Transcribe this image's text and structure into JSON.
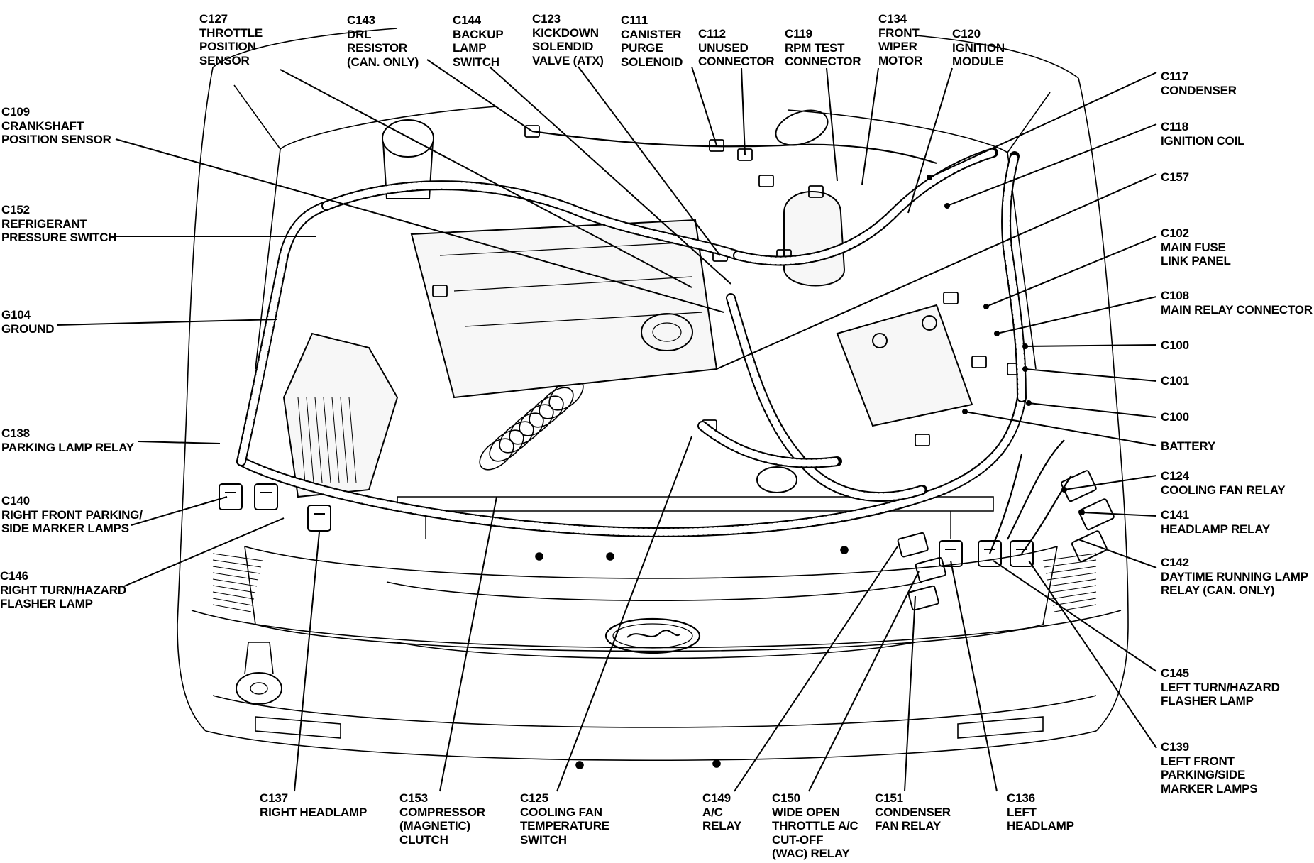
{
  "diagram": {
    "colors": {
      "ink": "#000000",
      "background": "#ffffff",
      "engine_fill": "#f7f7f7"
    },
    "connectors": [
      {
        "id": "C127",
        "name": [
          "THROTTLE",
          "POSITION",
          "SENSOR"
        ]
      },
      {
        "id": "C143",
        "name": [
          "DRL",
          "RESISTOR",
          "(CAN. ONLY)"
        ]
      },
      {
        "id": "C144",
        "name": [
          "BACKUP",
          "LAMP",
          "SWITCH"
        ]
      },
      {
        "id": "C123",
        "name": [
          "KICKDOWN",
          "SOLENDID",
          "VALVE (ATX)"
        ]
      },
      {
        "id": "C111",
        "name": [
          "CANISTER",
          "PURGE",
          "SOLENOID"
        ]
      },
      {
        "id": "C112",
        "name": [
          "UNUSED",
          "CONNECTOR"
        ]
      },
      {
        "id": "C119",
        "name": [
          "RPM TEST",
          "CONNECTOR"
        ]
      },
      {
        "id": "C134",
        "name": [
          "FRONT",
          "WIPER",
          "MOTOR"
        ]
      },
      {
        "id": "C120",
        "name": [
          "IGNITION",
          "MODULE"
        ]
      },
      {
        "id": "C109",
        "name": [
          "CRANKSHAFT",
          "POSITION SENSOR"
        ]
      },
      {
        "id": "C152",
        "name": [
          "REFRIGERANT",
          "PRESSURE SWITCH"
        ]
      },
      {
        "id": "G104",
        "name": [
          "GROUND"
        ]
      },
      {
        "id": "C138",
        "name": [
          "PARKING LAMP RELAY"
        ]
      },
      {
        "id": "C140",
        "name": [
          "RIGHT FRONT PARKING/",
          "SIDE MARKER LAMPS"
        ]
      },
      {
        "id": "C146",
        "name": [
          "RIGHT TURN/HAZARD",
          "FLASHER LAMP"
        ]
      },
      {
        "id": "C117",
        "name": [
          "CONDENSER"
        ]
      },
      {
        "id": "C118",
        "name": [
          "IGNITION COIL"
        ]
      },
      {
        "id": "C157",
        "name": []
      },
      {
        "id": "C102",
        "name": [
          "MAIN FUSE",
          "LINK PANEL"
        ]
      },
      {
        "id": "C108",
        "name": [
          "MAIN RELAY CONNECTOR"
        ]
      },
      {
        "id": "C100",
        "name": [],
        "key": "C100a"
      },
      {
        "id": "C101",
        "name": []
      },
      {
        "id": "C100",
        "name": [],
        "key": "C100b"
      },
      {
        "id": "",
        "name": [
          "BATTERY"
        ]
      },
      {
        "id": "C124",
        "name": [
          "COOLING FAN RELAY"
        ]
      },
      {
        "id": "C141",
        "name": [
          "HEADLAMP RELAY"
        ]
      },
      {
        "id": "C142",
        "name": [
          "DAYTIME RUNNING LAMP",
          "RELAY (CAN. ONLY)"
        ]
      },
      {
        "id": "C145",
        "name": [
          "LEFT TURN/HAZARD",
          "FLASHER LAMP"
        ]
      },
      {
        "id": "C139",
        "name": [
          "LEFT FRONT",
          "PARKING/SIDE",
          "MARKER LAMPS"
        ]
      },
      {
        "id": "C137",
        "name": [
          "RIGHT HEADLAMP"
        ]
      },
      {
        "id": "C153",
        "name": [
          "COMPRESSOR",
          "(MAGNETIC)",
          "CLUTCH"
        ]
      },
      {
        "id": "C125",
        "name": [
          "COOLING FAN",
          "TEMPERATURE",
          "SWITCH"
        ]
      },
      {
        "id": "C149",
        "name": [
          "A/C",
          "RELAY"
        ]
      },
      {
        "id": "C150",
        "name": [
          "WIDE OPEN",
          "THROTTLE A/C",
          "CUT-OFF",
          "(WAC) RELAY"
        ]
      },
      {
        "id": "C151",
        "name": [
          "CONDENSER",
          "FAN RELAY"
        ]
      },
      {
        "id": "C136",
        "name": [
          "LEFT",
          "HEADLAMP"
        ]
      }
    ]
  }
}
